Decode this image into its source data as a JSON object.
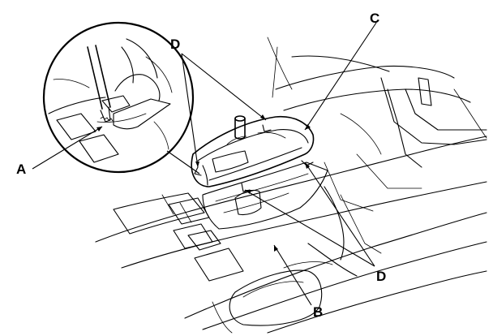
{
  "labels": {
    "a": "A",
    "b": "B",
    "c": "C",
    "d_top": "D",
    "d_bottom": "D"
  },
  "colors": {
    "line": "#000000",
    "background": "#ffffff"
  }
}
